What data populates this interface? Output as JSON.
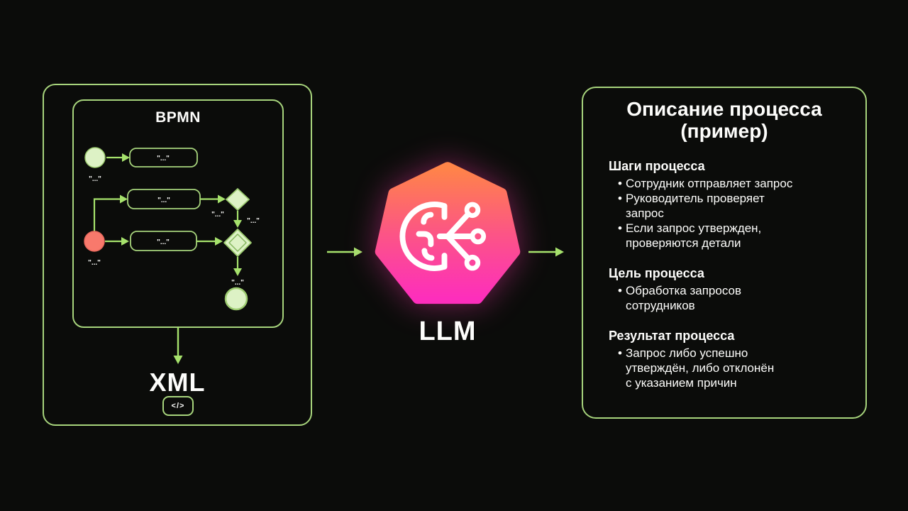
{
  "theme": {
    "background": "#0b0c0a",
    "border_green": "#a7d47c",
    "arrow_green": "#a6e26c",
    "shape_fill_green": "#ddf2c5",
    "event_red": "#f8796c",
    "text_white": "#fdfdfb",
    "llm_gradient_top": "#ff8448",
    "llm_gradient_mid": "#fc5585",
    "llm_gradient_bottom": "#fd2ebc"
  },
  "left_panel": {
    "bpmn_title": "BPMN",
    "node_label": "\"...\"",
    "xml_label": "XML",
    "code_badge_label": "</>"
  },
  "llm": {
    "label": "LLM"
  },
  "right_panel": {
    "title_line1": "Описание процесса",
    "title_line2": "(пример)",
    "bullet_char": "•",
    "sections": [
      {
        "heading": "Шаги процесса",
        "bullets": [
          "Сотрудник отправляет запрос",
          "Руководитель проверяет\nзапрос",
          "Если запрос утвержден,\nпроверяются детали"
        ]
      },
      {
        "heading": "Цель процесса",
        "bullets": [
          "Обработка запросов\nсотрудников"
        ]
      },
      {
        "heading": "Результат процесса",
        "bullets": [
          "Запрос либо успешно\nутверждён, либо отклонён\nс указанием причин"
        ]
      }
    ]
  }
}
